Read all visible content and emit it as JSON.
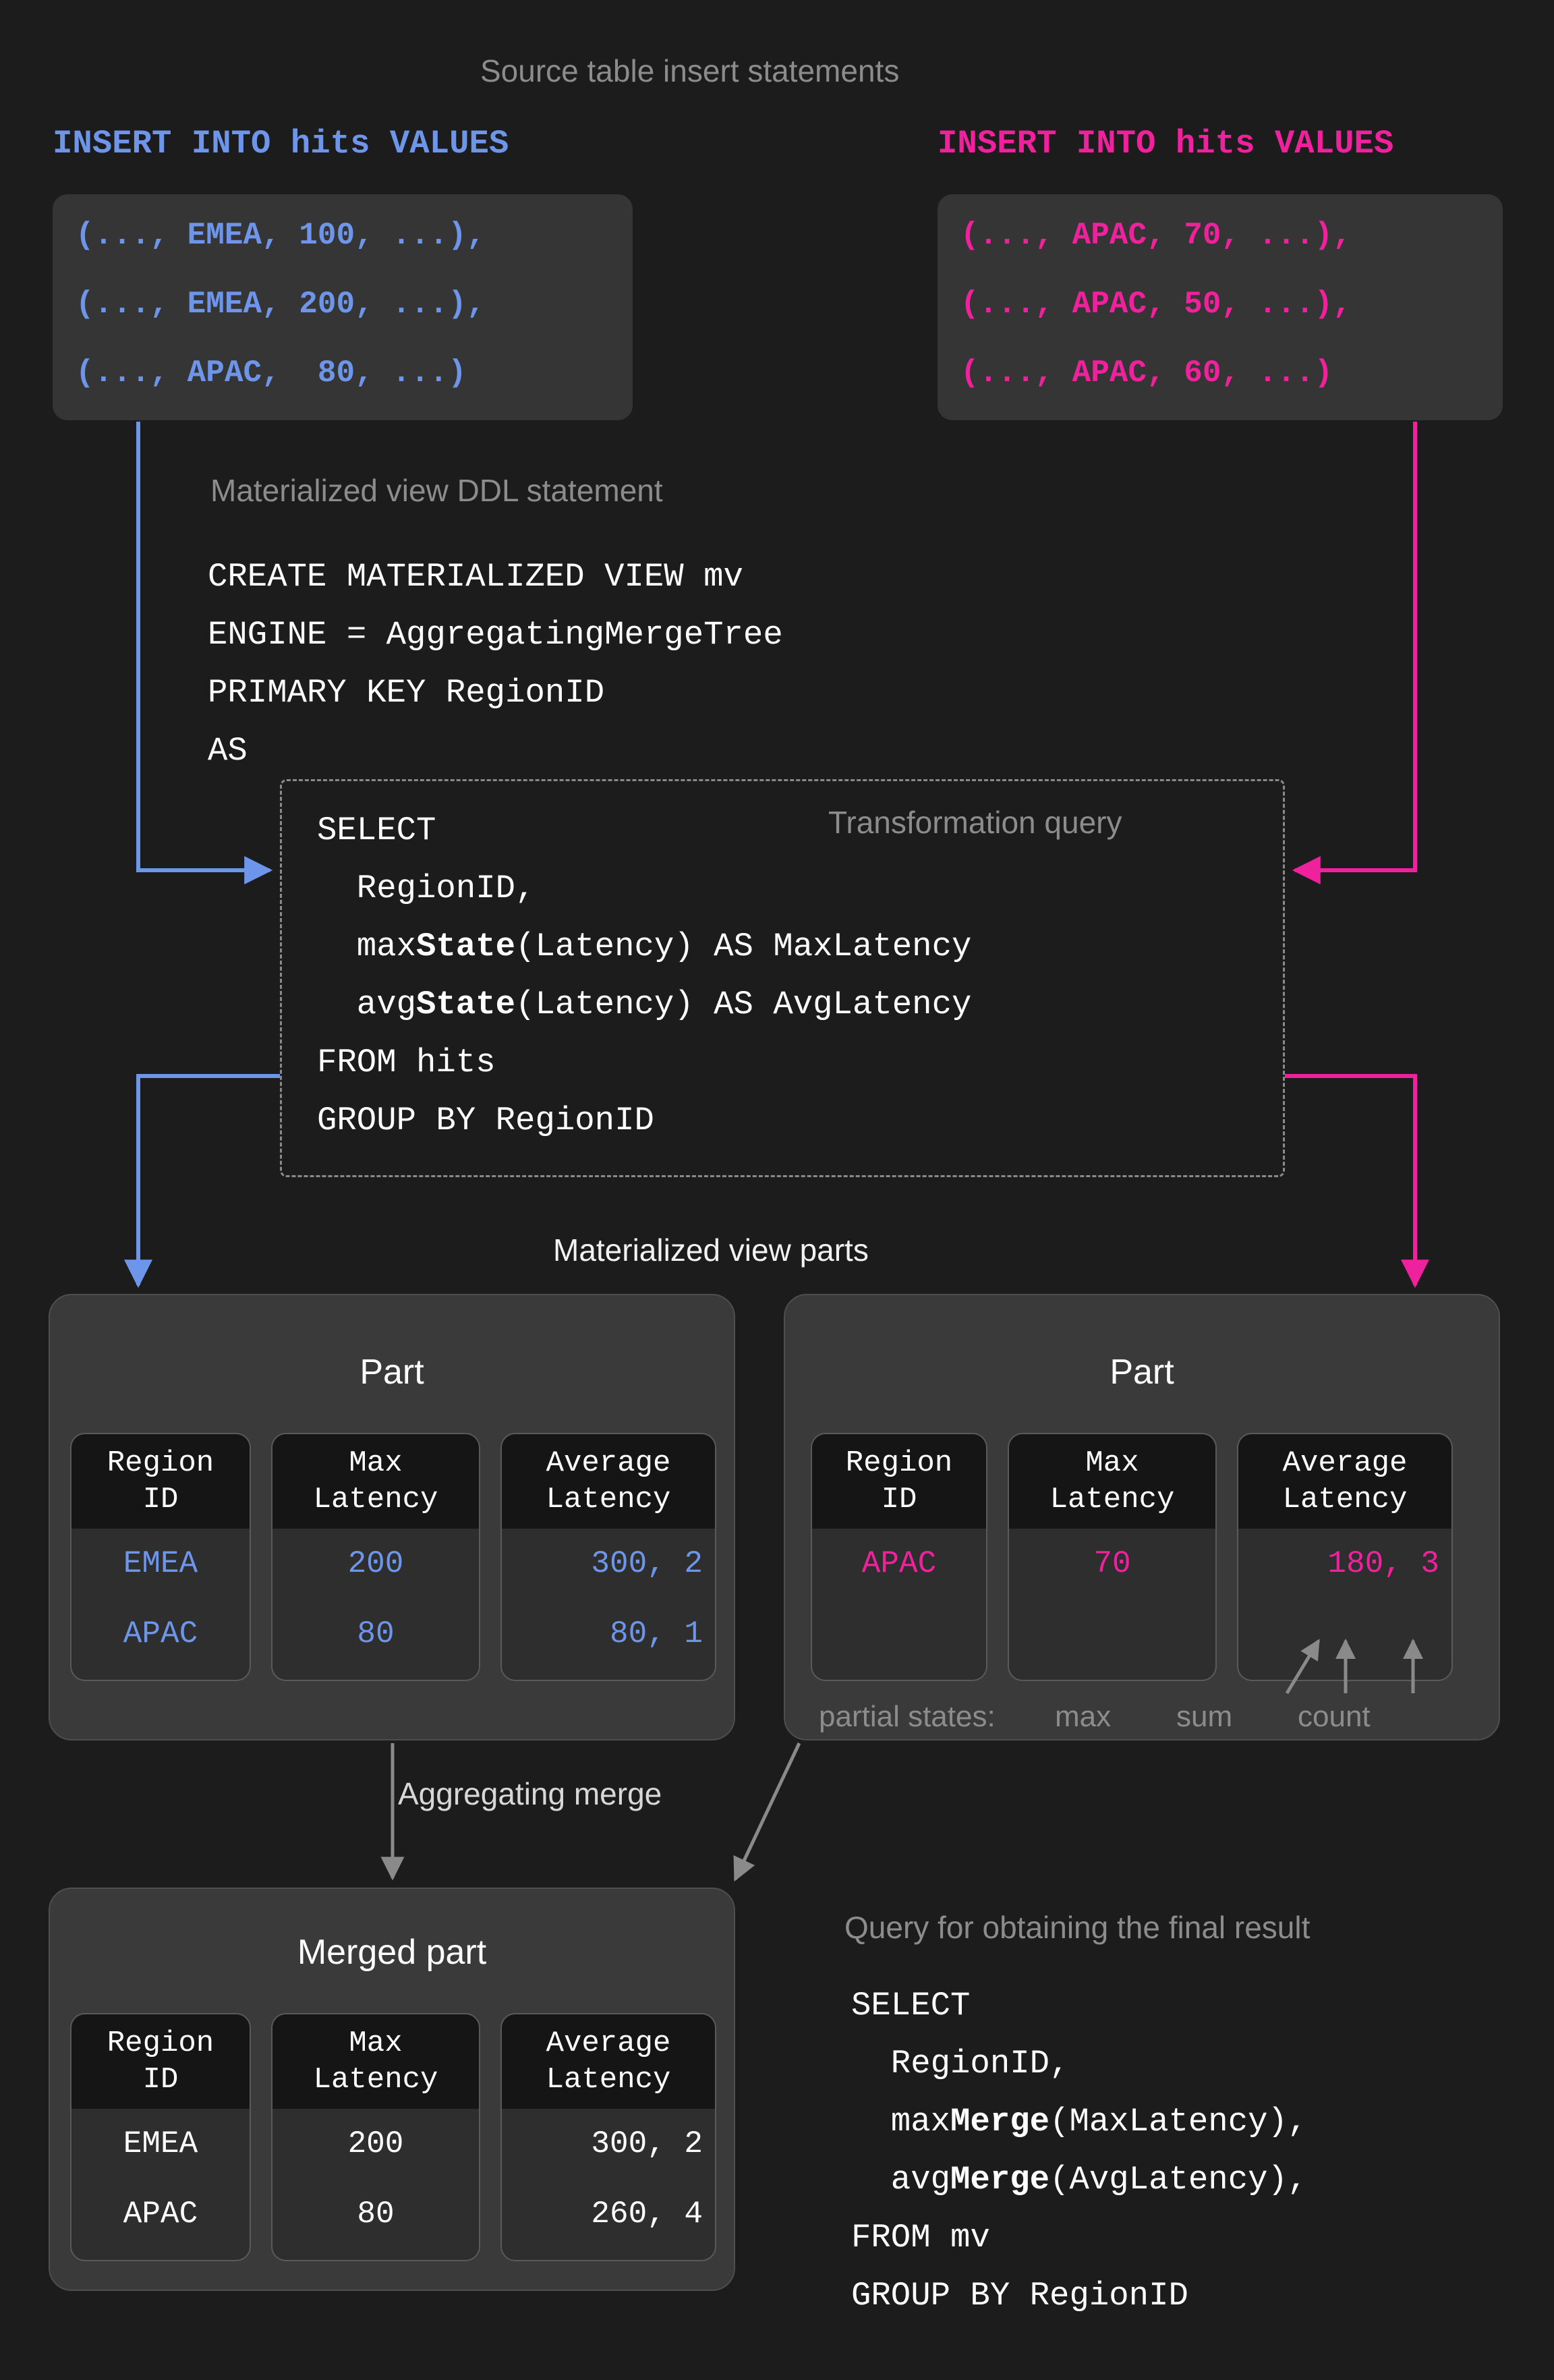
{
  "colors": {
    "background": "#1c1c1c",
    "blue": "#6d95ea",
    "pink": "#f0219c",
    "caption_gray": "#8c8c8c",
    "panel": "#3a3a3a",
    "value_box": "#353535",
    "col_header": "#151515"
  },
  "headings": {
    "source_inserts": "Source table insert statements",
    "mv_ddl": "Materialized view DDL statement",
    "transformation_query": "Transformation query",
    "mv_parts": "Materialized view parts",
    "aggregating_merge": "Aggregating merge",
    "final_query": "Query for obtaining the final result"
  },
  "inserts": [
    {
      "id": "insert-left",
      "color": "blue",
      "statement": "INSERT INTO hits VALUES",
      "rows": [
        "(..., EMEA, 100, ...),",
        "(..., EMEA, 200, ...),",
        "(..., APAC,  80, ...)"
      ]
    },
    {
      "id": "insert-right",
      "color": "pink",
      "statement": "INSERT INTO hits VALUES",
      "rows": [
        "(..., APAC, 70, ...),",
        "(..., APAC, 50, ...),",
        "(..., APAC, 60, ...)"
      ]
    }
  ],
  "ddl": {
    "line1": "CREATE MATERIALIZED VIEW mv",
    "line2": "ENGINE = AggregatingMergeTree",
    "line3": "PRIMARY KEY RegionID",
    "line4": "AS"
  },
  "transformation": {
    "l1": "SELECT",
    "l2": "  RegionID,",
    "l3_a": "  max",
    "l3_b": "State",
    "l3_c": "(Latency) AS MaxLatency",
    "l4_a": "  avg",
    "l4_b": "State",
    "l4_c": "(Latency) AS AvgLatency",
    "l5": "FROM hits",
    "l6": "GROUP BY RegionID"
  },
  "parts": [
    {
      "id": "part-left",
      "title": "Part",
      "color": "blue",
      "columns": [
        {
          "header": "Region\nID",
          "align": "center"
        },
        {
          "header": "Max\nLatency",
          "align": "center"
        },
        {
          "header": "Average\nLatency",
          "align": "right"
        }
      ],
      "rows": [
        [
          "EMEA",
          "200",
          "300, 2"
        ],
        [
          "APAC",
          "80",
          "80, 1"
        ]
      ]
    },
    {
      "id": "part-right",
      "title": "Part",
      "color": "pink",
      "columns": [
        {
          "header": "Region\nID",
          "align": "center"
        },
        {
          "header": "Max\nLatency",
          "align": "center"
        },
        {
          "header": "Average\nLatency",
          "align": "right"
        }
      ],
      "rows": [
        [
          "APAC",
          "70",
          "180, 3"
        ]
      ],
      "annotation": {
        "label": "partial states:",
        "items": [
          "max",
          "sum",
          "count"
        ]
      }
    }
  ],
  "merged_part": {
    "id": "merged-part",
    "title": "Merged part",
    "columns": [
      {
        "header": "Region\nID"
      },
      {
        "header": "Max\nLatency"
      },
      {
        "header": "Average\nLatency"
      }
    ],
    "rows": [
      [
        "EMEA",
        "200",
        "300, 2"
      ],
      [
        "APAC",
        "80",
        "260, 4"
      ]
    ]
  },
  "final_query": {
    "l1": "SELECT",
    "l2": "  RegionID,",
    "l3_a": "  max",
    "l3_b": "Merge",
    "l3_c": "(MaxLatency),",
    "l4_a": "  avg",
    "l4_b": "Merge",
    "l4_c": "(AvgLatency),",
    "l5": "FROM mv",
    "l6": "GROUP BY RegionID"
  }
}
